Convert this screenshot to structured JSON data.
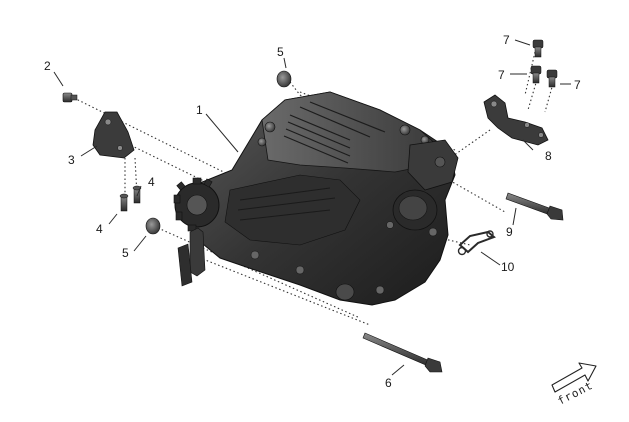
{
  "callouts": {
    "c1": "1",
    "c2": "2",
    "c3": "3",
    "c4a": "4",
    "c4b": "4",
    "c5a": "5",
    "c5b": "5",
    "c6": "6",
    "c7a": "7",
    "c7b": "7",
    "c7c": "7",
    "c8": "8",
    "c9": "9",
    "c10": "10"
  },
  "direction": {
    "label": "front"
  },
  "colors": {
    "part_dark": "#2b2b2b",
    "part_mid": "#4a4a4a",
    "part_light": "#7a7a7a",
    "background": "#ffffff"
  }
}
